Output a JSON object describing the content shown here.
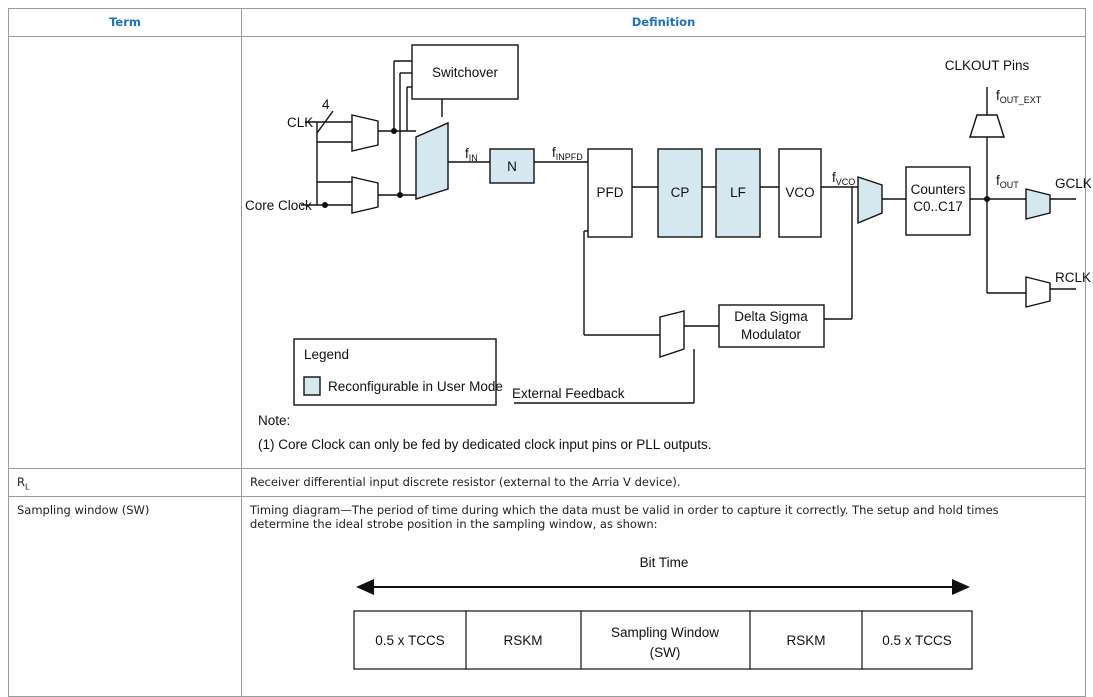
{
  "table": {
    "headers": {
      "term": "Term",
      "definition": "Definition"
    },
    "rows": [
      {
        "term": "",
        "definition": ""
      },
      {
        "term": "R",
        "term_sub": "L",
        "definition": "Receiver differential input discrete resistor (external to the Arria V device)."
      },
      {
        "term": "Sampling window (SW)",
        "definition": "Timing diagram—The period of time during which the data must be valid in order to capture it correctly. The setup and hold times determine the ideal strobe position in the sampling window, as shown:"
      }
    ]
  },
  "pll_diagram": {
    "switchover": "Switchover",
    "clk": "CLK",
    "bus_width": "4",
    "core_clock": "Core Clock",
    "f_in": "f",
    "f_in_sub": "IN",
    "n_block": "N",
    "f_inpfd": "f",
    "f_inpfd_sub": "INPFD",
    "pfd": "PFD",
    "cp": "CP",
    "lf": "LF",
    "vco": "VCO",
    "f_vco": "f",
    "f_vco_sub": "VCO",
    "counters_line1": "Counters",
    "counters_line2": "C0..C17",
    "clkout_pins": "CLKOUT Pins",
    "f_out_ext": "f",
    "f_out_ext_sub": "OUT_EXT",
    "f_out": "f",
    "f_out_sub": "OUT",
    "gclk": "GCLK",
    "rclk": "RCLK",
    "delta_sigma_line1": "Delta Sigma",
    "delta_sigma_line2": "Modulator",
    "external_feedback": "External Feedback",
    "legend_title": "Legend",
    "legend_item": "Reconfigurable in User Mode",
    "note_title": "Note:",
    "note_text": "(1) Core Clock can only be fed by dedicated clock input pins or PLL outputs.",
    "reconfigurable_color": "#d5e8ef"
  },
  "timing_diagram": {
    "bit_time": "Bit Time",
    "segments": [
      "0.5 x TCCS",
      "RSKM",
      "Sampling Window",
      "RSKM",
      "0.5 x TCCS"
    ],
    "sw_line2": "(SW)"
  }
}
